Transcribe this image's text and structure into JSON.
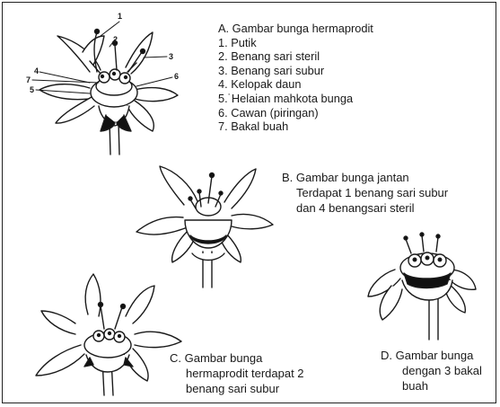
{
  "figure_a": {
    "title": "A. Gambar bunga hermaprodit",
    "legend": [
      "1. Putik",
      "2. Benang sari steril",
      "3. Benang sari subur",
      "4. Kelopak daun",
      "5.˙Helaian mahkota bunga",
      "6. Cawan (piringan)",
      "7. Bakal buah"
    ],
    "callouts": [
      "1",
      "2",
      "3",
      "4",
      "7",
      "5",
      "6"
    ]
  },
  "figure_b": {
    "lines": [
      "B. Gambar bunga jantan",
      "Terdapat 1 benang sari subur",
      "dan 4 benangsari steril"
    ]
  },
  "figure_c": {
    "lines": [
      "C. Gambar bunga",
      "hermaprodit terdapat 2",
      "benang sari subur"
    ]
  },
  "figure_d": {
    "lines": [
      "D.  Gambar bunga",
      "dengan 3 bakal",
      "buah"
    ]
  }
}
